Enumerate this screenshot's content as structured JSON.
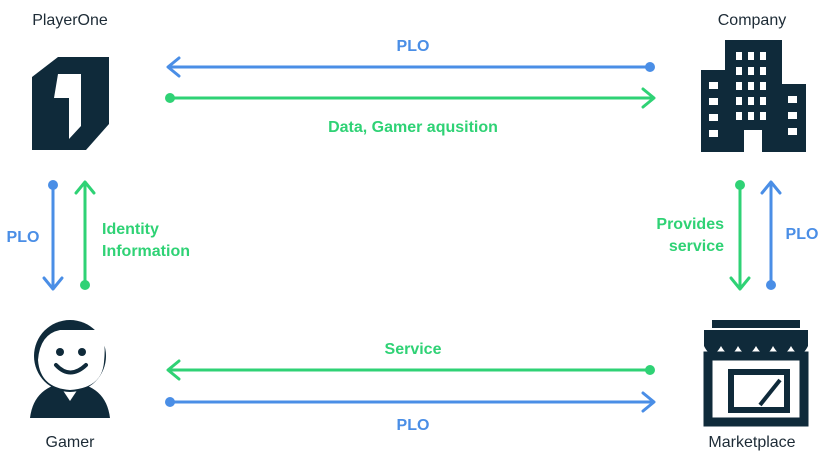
{
  "nodes": {
    "playerone": {
      "label": "PlayerOne"
    },
    "company": {
      "label": "Company"
    },
    "gamer": {
      "label": "Gamer"
    },
    "marketplace": {
      "label": "Marketplace"
    }
  },
  "edges": {
    "company_to_playerone": {
      "label": "PLO"
    },
    "playerone_to_company": {
      "label": "Data, Gamer aqusition"
    },
    "playerone_to_gamer": {
      "label": "PLO"
    },
    "gamer_to_playerone": {
      "label_line1": "Identity",
      "label_line2": "Information"
    },
    "company_to_marketplace": {
      "label_line1": "Provides",
      "label_line2": "service"
    },
    "marketplace_to_company": {
      "label": "PLO"
    },
    "marketplace_to_gamer": {
      "label": "Service"
    },
    "gamer_to_marketplace": {
      "label": "PLO"
    }
  },
  "colors": {
    "blue": "#4a8ee6",
    "green": "#2fd275",
    "icon": "#0f2a3a"
  }
}
